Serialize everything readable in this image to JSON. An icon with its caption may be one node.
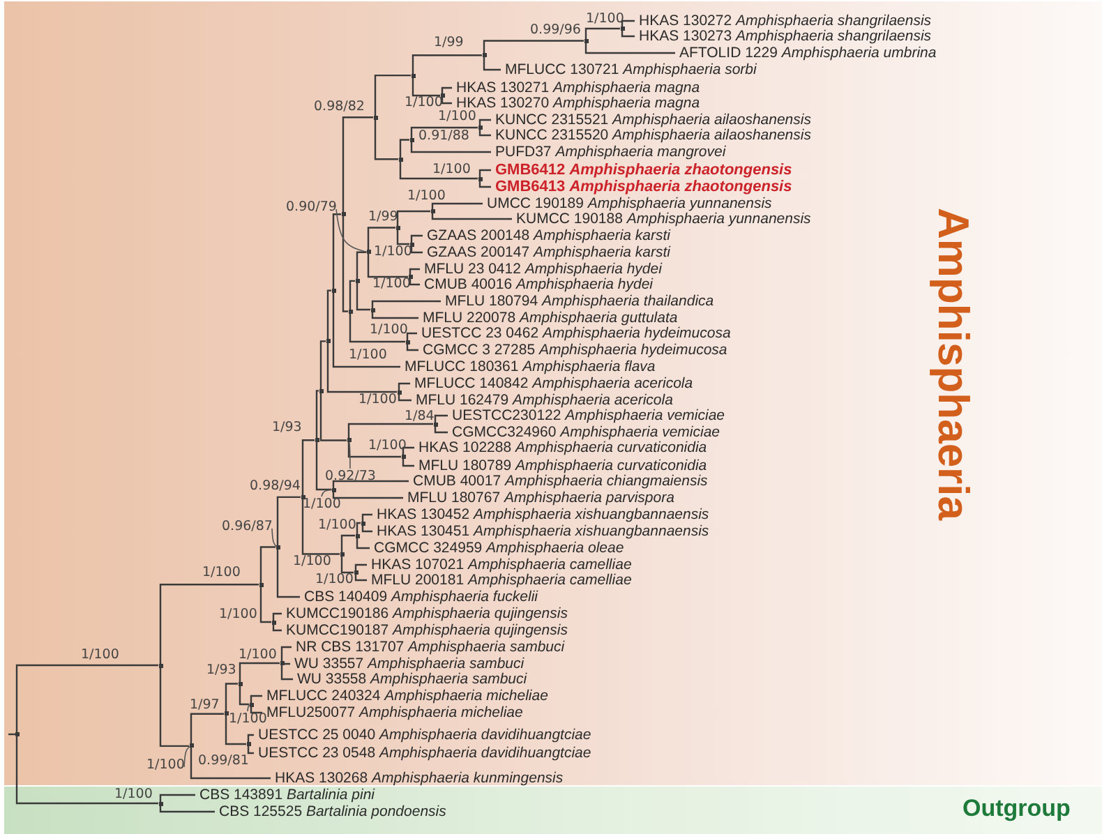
{
  "diagram": {
    "nodes": [
      {
        "text": [
          "Amphisphaeria"
        ]
      },
      {
        "text": [
          "HKAS 130272 *Amphisphaeria shangrilaensis*"
        ],
        "in": 0
      },
      {
        "text": [
          "HKAS 130273 *Amphisphaeria shangrilaensis*"
        ],
        "in": 0
      },
      {
        "text": [
          "AFTOLID 1229 *Amphisphaeria umbrina*"
        ],
        "in": 0
      },
      {
        "text": [
          "MFLUCC 130721 *Amphisphaeria sorbi*"
        ],
        "in": 0
      },
      {
        "text": [
          "HKAS 130271 *Amphisphaeria magna*"
        ],
        "in": 0
      },
      {
        "text": [
          "HKAS 130270 *Amphisphaeria magna*"
        ],
        "in": 0
      },
      {
        "text": [
          "KUNCC 2315521 *Amphisphaeria ailaoshanensis*"
        ],
        "in": 0
      },
      {
        "text": [
          "KUNCC 2315520 *Amphisphaeria ailaoshanensis*"
        ],
        "in": 0
      },
      {
        "text": [
          "PUFD37 *Amphisphaeria mangrovei*"
        ],
        "in": 0
      },
      {
        "text": [
          "GMB6412 *Amphisphaeria zhaotongensis*"
        ],
        "in": 0
      },
      {
        "text": [
          "GMB6413 *Amphisphaeria zhaotongensis*"
        ],
        "in": 0
      },
      {
        "text": [
          "UMCC 190189 *Amphisphaeria yunnanensis*"
        ],
        "in": 0
      },
      {
        "text": [
          "KUMCC 190188 *Amphisphaeria yunnanensis*"
        ],
        "in": 0
      },
      {
        "text": [
          "GZAAS 200148 *Amphisphaeria karsti*"
        ],
        "in": 0
      },
      {
        "text": [
          "GZAAS 200147 *Amphisphaeria karsti*"
        ],
        "in": 0
      },
      {
        "text": [
          "MFLU 23 0412 *Amphisphaeria hydei*"
        ],
        "in": 0
      },
      {
        "text": [
          "CMUB 40016 *Amphisphaeria hydei*"
        ],
        "in": 0
      },
      {
        "text": [
          "MFLU 180794 *Amphisphaeria thailandica*"
        ],
        "in": 0
      },
      {
        "text": [
          "MFLU 220078 *Amphisphaeria guttulata*"
        ],
        "in": 0
      },
      {
        "text": [
          "UESTCC 23 0462 *Amphisphaeria hydeimucosa*"
        ],
        "in": 0
      },
      {
        "text": [
          "CGMCC 3 27285 *Amphisphaeria hydeimucosa*"
        ],
        "in": 0
      },
      {
        "text": [
          "MFLUCC 180361 *Amphisphaeria flava*"
        ],
        "in": 0
      },
      {
        "text": [
          "MFLUCC 140842 *Amphisphaeria acericola*"
        ],
        "in": 0
      },
      {
        "text": [
          "MFLU 162479 *Amphisphaeria acericola*"
        ],
        "in": 0
      },
      {
        "text": [
          "UESTCC230122 *Amphisphaeria vemiciae*"
        ],
        "in": 0
      },
      {
        "text": [
          "CGMCC324960 *Amphisphaeria vemiciae*"
        ],
        "in": 0
      },
      {
        "text": [
          "HKAS 102288 *Amphisphaeria curvaticonidia*"
        ],
        "in": 0
      },
      {
        "text": [
          "MFLU 180789 *Amphisphaeria curvaticonidia*"
        ],
        "in": 0
      },
      {
        "text": [
          "CMUB 40017 *Amphisphaeria chiangmaiensis*"
        ],
        "in": 0
      },
      {
        "text": [
          "MFLU 180767 *Amphisphaeria parvispora*"
        ],
        "in": 0
      },
      {
        "text": [
          "HKAS 130452 *Amphisphaeria xishuangbannaensis*"
        ],
        "in": 0
      },
      {
        "text": [
          "HKAS 130451 *Amphisphaeria xishuangbannaensis*"
        ],
        "in": 0
      },
      {
        "text": [
          "CGMCC 324959 *Amphisphaeria oleae*"
        ],
        "in": 0
      },
      {
        "text": [
          "HKAS 107021 *Amphisphaeria camelliae*"
        ],
        "in": 0
      },
      {
        "text": [
          "MFLU 200181 *Amphisphaeria camelliae*"
        ],
        "in": 0
      },
      {
        "text": [
          "CBS 140409 *Amphisphaeria fuckelii*"
        ],
        "in": 0
      },
      {
        "text": [
          "KUMCC190186 *Amphisphaeria qujingensis*"
        ],
        "in": 0
      },
      {
        "text": [
          "KUMCC190187 *Amphisphaeria qujingensis*"
        ],
        "in": 0
      },
      {
        "text": [
          "NR CBS 131707 *Amphisphaeria sambuci*"
        ],
        "in": 0
      },
      {
        "text": [
          "WU 33557 *Amphisphaeria sambuci*"
        ],
        "in": 0
      },
      {
        "text": [
          "WU 33558 *Amphisphaeria sambuci*"
        ],
        "in": 0
      },
      {
        "text": [
          "MFLUCC 240324 *Amphisphaeria micheliae*"
        ],
        "in": 0
      },
      {
        "text": [
          "MFLU250077 *Amphisphaeria micheliae*"
        ],
        "in": 0
      },
      {
        "text": [
          "UESTCC 25 0040 *Amphisphaeria davidihuangtciae*"
        ],
        "in": 0
      },
      {
        "text": [
          "UESTCC 23 0548 *Amphisphaeria davidihuangtciae*"
        ],
        "in": 0
      },
      {
        "text": [
          "HKAS 130268 *Amphisphaeria kunmingensis*"
        ],
        "in": 0
      },
      {
        "text": [
          "Outgroup"
        ]
      },
      {
        "text": [
          "CBS 143891 *Bartalinia pini*"
        ],
        "in": 47
      },
      {
        "text": [
          "CBS 125525 *Bartalinia pondoensis*"
        ],
        "in": 47
      },
      {
        "text": [],
        "shape": "point",
        "in": 0
      },
      {
        "text": [],
        "shape": "point",
        "in": 0
      },
      {
        "text": [],
        "shape": "point",
        "in": 0
      },
      {
        "text": [],
        "shape": "point",
        "in": 0
      },
      {
        "text": [],
        "shape": "point",
        "in": 0
      },
      {
        "text": [],
        "shape": "point",
        "in": 0
      },
      {
        "text": [],
        "shape": "point",
        "in": 0
      },
      {
        "text": [],
        "shape": "point",
        "in": 0
      },
      {
        "text": [],
        "shape": "point",
        "in": 0
      },
      {
        "text": [],
        "shape": "point",
        "in": 0
      },
      {
        "text": [],
        "shape": "point",
        "in": 0
      },
      {
        "text": [],
        "shape": "point",
        "in": 0
      },
      {
        "text": [],
        "shape": "point",
        "in": 0
      },
      {
        "text": [],
        "shape": "point",
        "in": 0
      },
      {
        "text": [],
        "shape": "point",
        "in": 0
      },
      {
        "text": [],
        "shape": "point",
        "in": 0
      },
      {
        "text": [],
        "shape": "point",
        "in": 0
      },
      {
        "text": [],
        "shape": "point",
        "in": 0
      },
      {
        "text": [],
        "shape": "point",
        "in": 0
      },
      {
        "text": [],
        "shape": "point",
        "in": 0
      },
      {
        "text": [],
        "shape": "point",
        "in": 0
      },
      {
        "text": [],
        "shape": "point",
        "in": 0
      },
      {
        "text": [],
        "shape": "point",
        "in": 0
      },
      {
        "text": [],
        "shape": "point",
        "in": 0
      },
      {
        "text": [],
        "shape": "point",
        "in": 0
      },
      {
        "text": [],
        "shape": "point",
        "in": 0
      },
      {
        "text": [],
        "shape": "point",
        "in": 0
      },
      {
        "text": [],
        "shape": "point",
        "in": 0
      },
      {
        "text": [],
        "shape": "point",
        "in": 0
      },
      {
        "text": [],
        "shape": "point",
        "in": 0
      },
      {
        "text": [],
        "shape": "point",
        "in": 0
      },
      {
        "text": [],
        "shape": "point",
        "in": 0
      },
      {
        "text": [],
        "shape": "point",
        "in": 0
      },
      {
        "text": [],
        "shape": "point",
        "in": 0
      },
      {
        "text": [],
        "shape": "point",
        "in": 0
      },
      {
        "text": [],
        "shape": "point",
        "in": 0
      },
      {
        "text": [],
        "shape": "point",
        "in": 0
      },
      {
        "text": [],
        "shape": "point",
        "in": 0
      },
      {
        "text": [],
        "shape": "point",
        "in": 0
      },
      {
        "text": [],
        "shape": "point",
        "in": 0
      },
      {
        "text": [],
        "shape": "point",
        "in": 0
      },
      {
        "text": [],
        "shape": "point",
        "in": 0
      },
      {
        "text": [],
        "shape": "point",
        "in": 0
      },
      {
        "text": [],
        "shape": "point",
        "in": 0
      },
      {
        "text": [],
        "shape": "point",
        "in": 0
      },
      {
        "text": [],
        "shape": "point",
        "in": 47
      },
      {
        "text": [
          "0.90/79"
        ],
        "in": 0
      },
      {
        "text": [
          "0.92/73"
        ],
        "in": 0
      },
      {
        "text": [
          "1/100"
        ],
        "in": 0
      },
      {
        "text": [
          "0.96/87"
        ],
        "in": 0
      },
      {
        "text": [
          "1/100"
        ],
        "in": 0
      },
      {
        "text": [
          "1/100"
        ],
        "in": 0
      }
    ],
    "edges": [
      {
        "from": 50,
        "to": 51,
        "arrow": "none"
      },
      {
        "from": 50,
        "to": 95,
        "arrow": "none"
      },
      {
        "from": 51,
        "to": 52,
        "arrow": "none"
      },
      {
        "from": 51,
        "to": 89,
        "arrow": "none"
      },
      {
        "from": 52,
        "to": 53,
        "arrow": "none"
      },
      {
        "from": 52,
        "to": 88,
        "arrow": "none"
      },
      {
        "from": 53,
        "to": 54,
        "arrow": "none"
      },
      {
        "from": 53,
        "to": 36,
        "arrow": "none"
      },
      {
        "from": 54,
        "to": 55,
        "arrow": "none"
      },
      {
        "from": 54,
        "to": 84,
        "arrow": "none"
      },
      {
        "from": 55,
        "to": 56,
        "arrow": "none"
      },
      {
        "from": 55,
        "to": 83,
        "arrow": "none"
      },
      {
        "from": 56,
        "to": 57,
        "arrow": "none"
      },
      {
        "from": 56,
        "to": 80,
        "arrow": "none"
      },
      {
        "from": 57,
        "to": 58,
        "arrow": "none"
      },
      {
        "from": 57,
        "to": 79,
        "arrow": "none"
      },
      {
        "from": 58,
        "to": 59,
        "arrow": "none"
      },
      {
        "from": 58,
        "to": 22,
        "arrow": "none"
      },
      {
        "from": 59,
        "to": 60,
        "arrow": "none"
      },
      {
        "from": 59,
        "to": 70,
        "arrow": "none"
      },
      {
        "from": 60,
        "to": 61,
        "arrow": "none"
      },
      {
        "from": 60,
        "to": 66,
        "arrow": "none"
      },
      {
        "from": 61,
        "to": 62,
        "arrow": "none"
      },
      {
        "from": 61,
        "to": 65,
        "arrow": "none"
      },
      {
        "from": 62,
        "to": 63,
        "arrow": "none"
      },
      {
        "from": 62,
        "to": 4,
        "arrow": "none"
      },
      {
        "from": 63,
        "to": 64,
        "arrow": "none"
      },
      {
        "from": 63,
        "to": 3,
        "arrow": "none"
      },
      {
        "from": 64,
        "to": 1,
        "arrow": "none"
      },
      {
        "from": 64,
        "to": 2,
        "arrow": "none"
      },
      {
        "from": 65,
        "to": 5,
        "arrow": "none"
      },
      {
        "from": 65,
        "to": 6,
        "arrow": "none"
      },
      {
        "from": 66,
        "to": 67,
        "arrow": "none"
      },
      {
        "from": 66,
        "to": 69,
        "arrow": "none"
      },
      {
        "from": 67,
        "to": 68,
        "arrow": "none"
      },
      {
        "from": 67,
        "to": 9,
        "arrow": "none"
      },
      {
        "from": 68,
        "to": 7,
        "arrow": "none"
      },
      {
        "from": 68,
        "to": 8,
        "arrow": "none"
      },
      {
        "from": 69,
        "to": 10,
        "arrow": "none"
      },
      {
        "from": 69,
        "to": 11,
        "arrow": "none"
      },
      {
        "from": 70,
        "to": 71,
        "arrow": "none"
      },
      {
        "from": 70,
        "to": 78,
        "arrow": "none"
      },
      {
        "from": 71,
        "to": 72,
        "arrow": "none"
      },
      {
        "from": 71,
        "to": 77,
        "arrow": "none"
      },
      {
        "from": 72,
        "to": 73,
        "arrow": "none"
      },
      {
        "from": 72,
        "to": 76,
        "arrow": "none"
      },
      {
        "from": 73,
        "to": 74,
        "arrow": "none"
      },
      {
        "from": 73,
        "to": 75,
        "arrow": "none"
      },
      {
        "from": 74,
        "to": 12,
        "arrow": "none"
      },
      {
        "from": 74,
        "to": 13,
        "arrow": "none"
      },
      {
        "from": 75,
        "to": 14,
        "arrow": "none"
      },
      {
        "from": 75,
        "to": 15,
        "arrow": "none"
      },
      {
        "from": 76,
        "to": 16,
        "arrow": "none"
      },
      {
        "from": 76,
        "to": 17,
        "arrow": "none"
      },
      {
        "from": 77,
        "to": 18,
        "arrow": "none"
      },
      {
        "from": 77,
        "to": 19,
        "arrow": "none"
      },
      {
        "from": 78,
        "to": 20,
        "arrow": "none"
      },
      {
        "from": 78,
        "to": 21,
        "arrow": "none"
      },
      {
        "from": 79,
        "to": 23,
        "arrow": "none"
      },
      {
        "from": 79,
        "to": 24,
        "arrow": "none"
      },
      {
        "from": 80,
        "to": 81,
        "arrow": "none"
      },
      {
        "from": 80,
        "to": 82,
        "arrow": "none"
      },
      {
        "from": 81,
        "to": 25,
        "arrow": "none"
      },
      {
        "from": 81,
        "to": 26,
        "arrow": "none"
      },
      {
        "from": 82,
        "to": 27,
        "arrow": "none"
      },
      {
        "from": 82,
        "to": 28,
        "arrow": "none"
      },
      {
        "from": 83,
        "to": 29,
        "arrow": "none"
      },
      {
        "from": 83,
        "to": 30,
        "arrow": "none"
      },
      {
        "from": 84,
        "to": 85,
        "arrow": "none"
      },
      {
        "from": 84,
        "to": 87,
        "arrow": "none"
      },
      {
        "from": 85,
        "to": 86,
        "arrow": "none"
      },
      {
        "from": 85,
        "to": 33,
        "arrow": "none"
      },
      {
        "from": 86,
        "to": 31,
        "arrow": "none"
      },
      {
        "from": 86,
        "to": 32,
        "arrow": "none"
      },
      {
        "from": 87,
        "to": 34,
        "arrow": "none"
      },
      {
        "from": 87,
        "to": 35,
        "arrow": "none"
      },
      {
        "from": 88,
        "to": 37,
        "arrow": "none"
      },
      {
        "from": 88,
        "to": 38,
        "arrow": "none"
      },
      {
        "from": 89,
        "to": 90,
        "arrow": "none"
      },
      {
        "from": 89,
        "to": 46,
        "arrow": "none"
      },
      {
        "from": 90,
        "to": 91,
        "arrow": "none"
      },
      {
        "from": 90,
        "to": 94,
        "arrow": "none"
      },
      {
        "from": 91,
        "to": 92,
        "arrow": "none"
      },
      {
        "from": 91,
        "to": 93,
        "arrow": "none"
      },
      {
        "from": 92,
        "to": 39,
        "arrow": "none"
      },
      {
        "from": 92,
        "to": 40,
        "arrow": "none"
      },
      {
        "from": 92,
        "to": 41,
        "arrow": "none"
      },
      {
        "from": 93,
        "to": 42,
        "arrow": "none"
      },
      {
        "from": 93,
        "to": 43,
        "arrow": "none"
      },
      {
        "from": 94,
        "to": 44,
        "arrow": "none"
      },
      {
        "from": 94,
        "to": 45,
        "arrow": "none"
      },
      {
        "from": 95,
        "to": 48,
        "arrow": "none"
      },
      {
        "from": 95,
        "to": 49,
        "arrow": "none"
      },
      {
        "from": 96,
        "to": 72,
        "arrow": "none"
      },
      {
        "from": 97,
        "to": 80,
        "arrow": "none"
      },
      {
        "from": 98,
        "to": 83,
        "arrow": "none"
      },
      {
        "from": 99,
        "to": 53,
        "arrow": "none"
      },
      {
        "from": 100,
        "to": 93,
        "arrow": "none"
      },
      {
        "from": 101,
        "to": 89,
        "arrow": "none"
      }
    ],
    "labels": [
      "1/100",
      "0.99/96",
      "1/99",
      "1/100",
      "0.98/82",
      "1/100",
      "0.91/88",
      "1/100",
      "1/100",
      "1/99",
      "1/100",
      "1/100",
      "1/100",
      "1/100",
      "1/100",
      "1/84",
      "1/93",
      "1/100",
      "0.98/94",
      "1/100",
      "1/100",
      "1/100",
      "1/100",
      "1/100",
      "1/100",
      "1/100",
      "1/93",
      "1/97",
      "0.99/81",
      "1/100"
    ]
  }
}
